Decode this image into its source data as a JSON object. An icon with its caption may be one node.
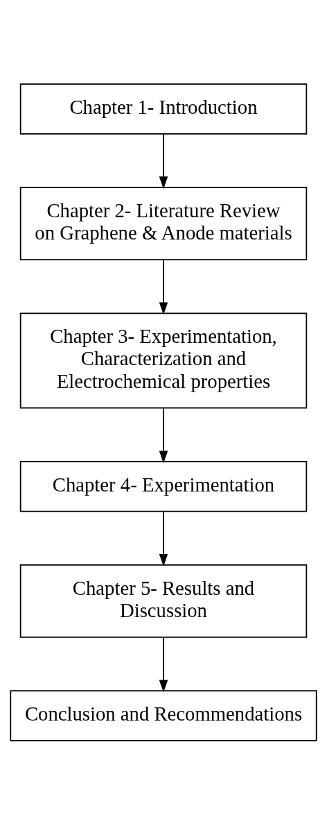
{
  "diagram": {
    "nodes": [
      {
        "text": [
          "Chapter 1- Introduction"
        ]
      },
      {
        "text": [
          "Chapter 2- Literature Review on Graphene & Anode materials"
        ]
      },
      {
        "text": [
          "Chapter 3- Experimentation, Characterization and Electrochemical properties"
        ]
      },
      {
        "text": [
          "Chapter 4- Experimentation"
        ]
      },
      {
        "text": [
          "Chapter 5- Results and Discussion"
        ]
      },
      {
        "text": [
          "Conclusion and Recommendations"
        ]
      }
    ],
    "edges": [
      {
        "from": 0,
        "to": 1,
        "arrow": "to"
      },
      {
        "from": 1,
        "to": 2,
        "arrow": "to"
      },
      {
        "from": 2,
        "to": 3,
        "arrow": "to"
      },
      {
        "from": 3,
        "to": 4,
        "arrow": "to"
      },
      {
        "from": 4,
        "to": 5,
        "arrow": "to"
      }
    ]
  }
}
